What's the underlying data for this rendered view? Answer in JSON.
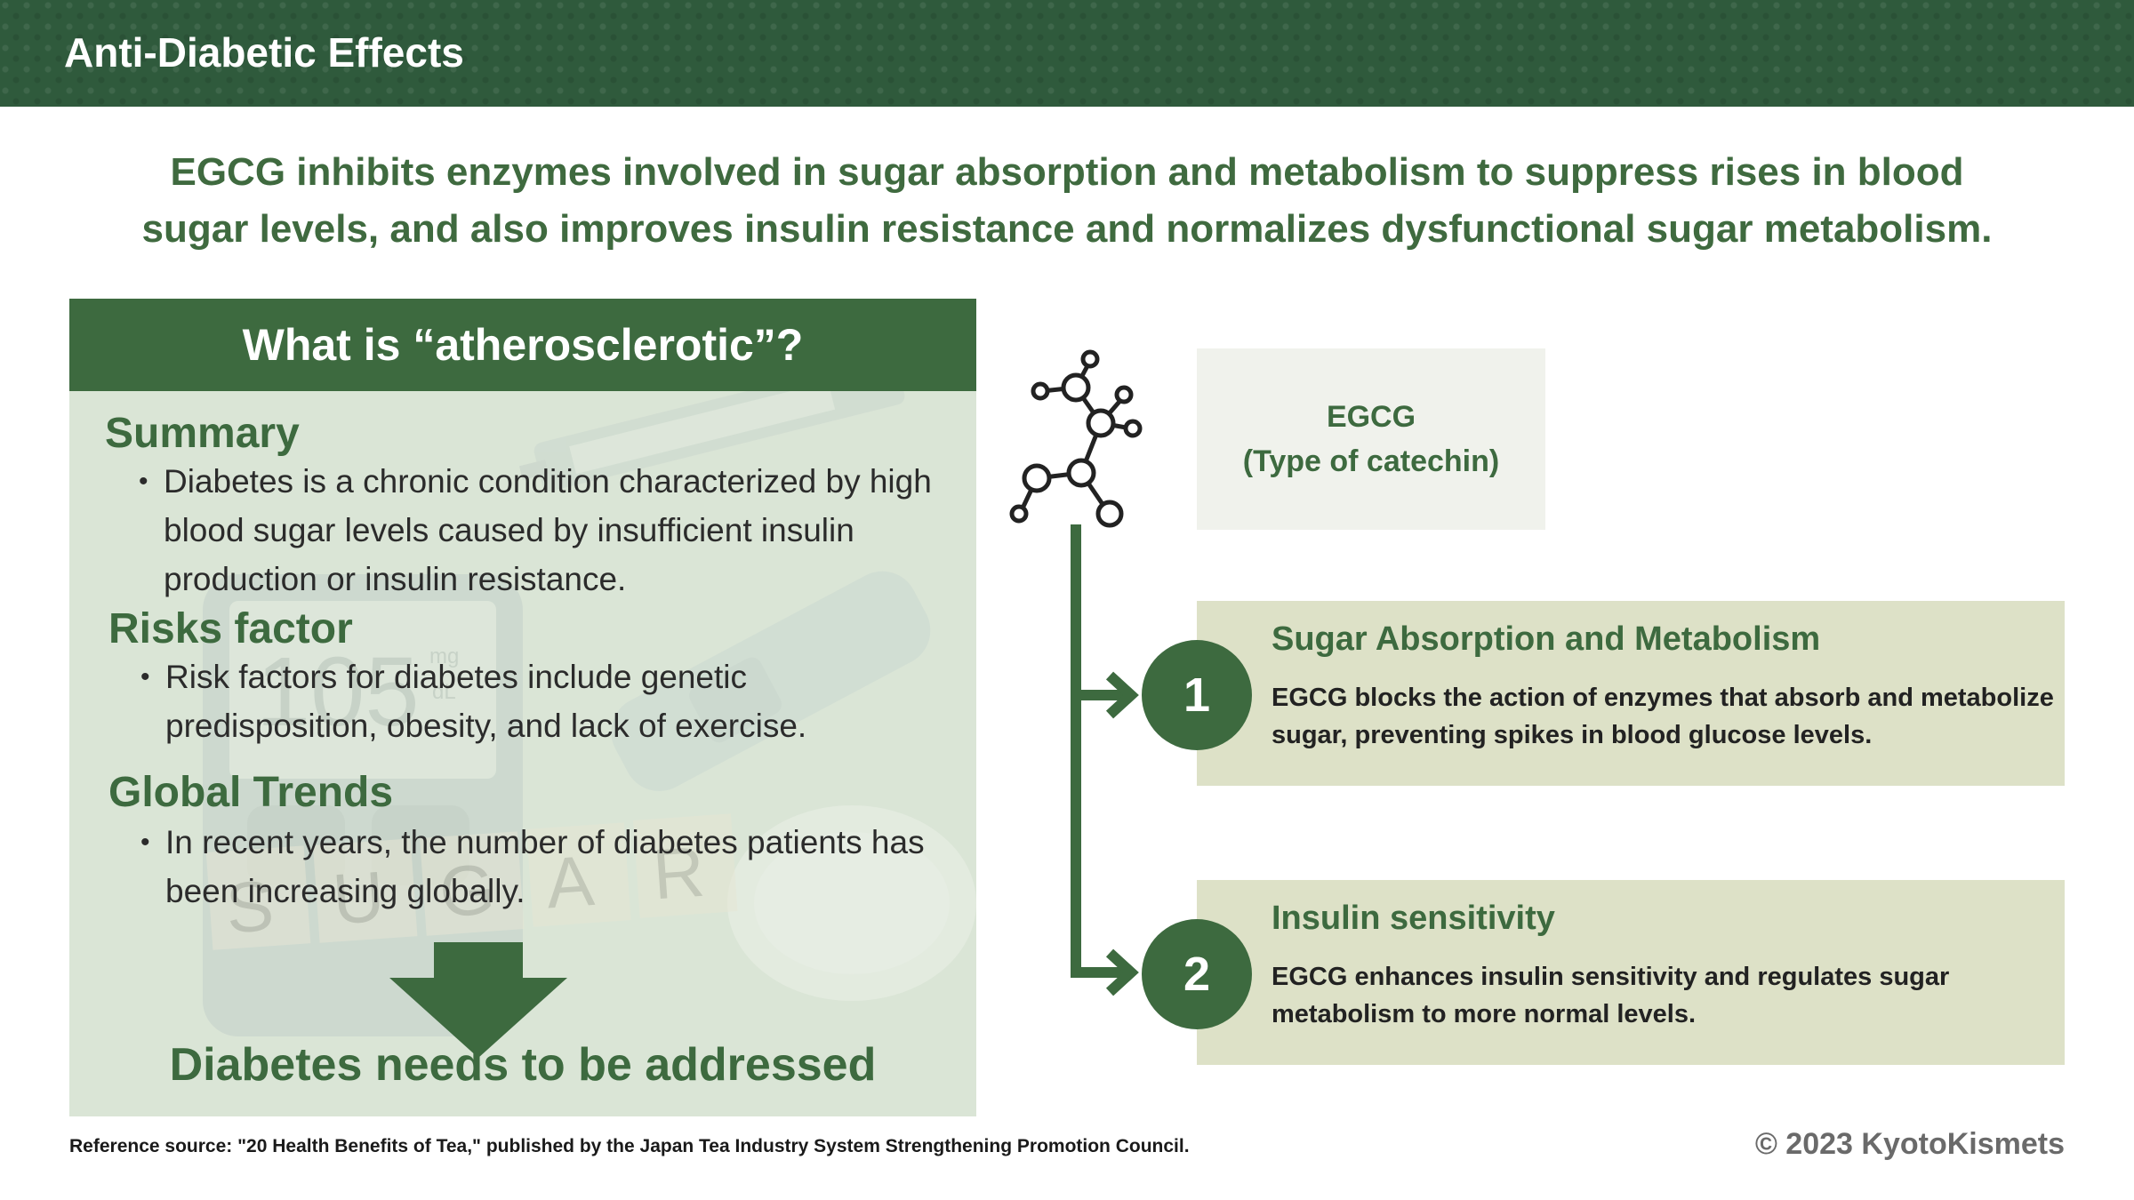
{
  "header": {
    "title": "Anti-Diabetic Effects"
  },
  "headline": {
    "line1": "EGCG inhibits enzymes involved in sugar absorption and metabolism to suppress rises in blood",
    "line2": "sugar levels, and also improves insulin resistance and normalizes dysfunctional sugar metabolism."
  },
  "left_panel": {
    "title": "What is “atherosclerotic”?",
    "sections": [
      {
        "title": "Summary",
        "bullet": "Diabetes is a chronic condition characterized by high blood sugar levels caused by insufficient insulin production or insulin resistance."
      },
      {
        "title": "Risks factor",
        "bullet": "Risk factors for diabetes include genetic predisposition, obesity, and lack of exercise."
      },
      {
        "title": "Global Trends",
        "bullet": "In recent years, the number of diabetes patients has been increasing globally."
      }
    ],
    "background_photo": {
      "meter_reading": "105",
      "meter_unit_top": "mg",
      "meter_unit_bottom": "dL",
      "tile_letters": [
        "S",
        "U",
        "G",
        "A",
        "R"
      ]
    },
    "conclusion": "Diabetes needs to be addressed"
  },
  "egcg_box": {
    "line1": "EGCG",
    "line2": "(Type of catechin)"
  },
  "effects": [
    {
      "number": "1",
      "title": "Sugar Absorption and Metabolism",
      "text": "EGCG blocks the action of enzymes that absorb and metabolize sugar, preventing spikes in blood glucose levels."
    },
    {
      "number": "2",
      "title": "Insulin sensitivity",
      "text": "EGCG enhances insulin sensitivity and regulates sugar metabolism to more normal levels."
    }
  ],
  "footer": {
    "reference": "Reference source: \"20 Health Benefits of Tea,\" published by the Japan Tea Industry System Strengthening Promotion Council.",
    "copyright": "© 2023 KyotoKismets"
  },
  "colors": {
    "brand_green": "#3d6a3f",
    "header_green": "#2f5a3c",
    "card_bg": "#dde1c7",
    "panel_bg": "#d9e4d2"
  },
  "icons": [
    "molecule-icon",
    "down-arrow-icon",
    "flow-arrow-icon"
  ]
}
